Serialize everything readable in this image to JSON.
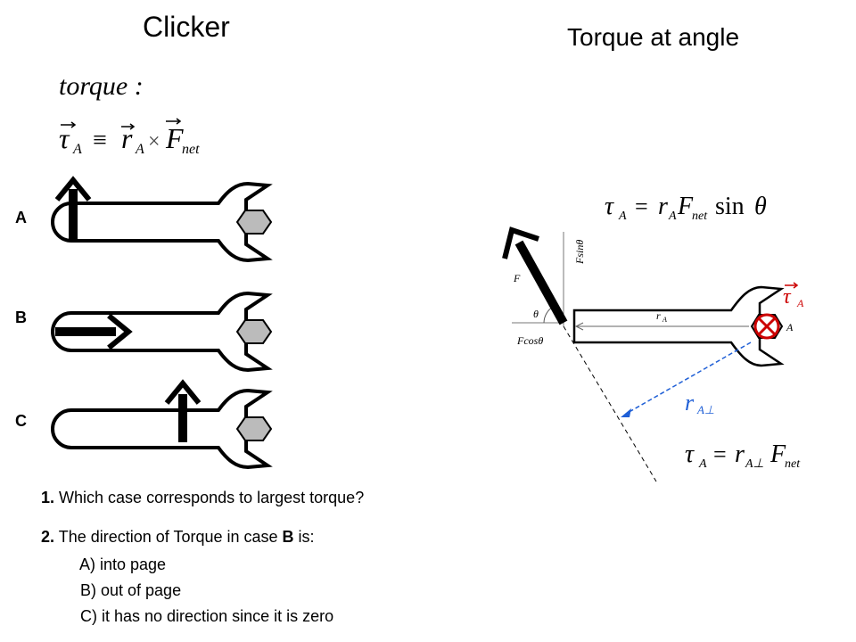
{
  "slide": {
    "title": "Clicker",
    "subtitle": "Torque at angle"
  },
  "definition": {
    "label": "torque :",
    "lhs": "τ",
    "lhs_sub": "A",
    "equiv": "≡",
    "r": "r",
    "r_sub": "A",
    "times": "×",
    "F": "F",
    "F_sub": "net"
  },
  "cases": [
    {
      "label": "A",
      "force": "up-at-end"
    },
    {
      "label": "B",
      "force": "right-along-handle"
    },
    {
      "label": "C",
      "force": "up-near-middle"
    }
  ],
  "questions": {
    "q1_num": "1.",
    "q1_text": "Which case corresponds to largest torque?",
    "q2_num": "2.",
    "q2_pre": "The direction of Torque in case",
    "q2_bold": "B",
    "q2_post": "is:",
    "options": [
      "A) into page",
      "B) out of page",
      "C) it has no direction since it is zero"
    ]
  },
  "angle_diagram": {
    "F_label": "F",
    "Fsin_label": "Fsinθ",
    "Fcos_label": "Fcosθ",
    "theta_label": "θ",
    "rA_label": "r",
    "rA_sub": "A",
    "pivot_label": "A",
    "torque_vec_label": "τ",
    "torque_vec_sub": "A",
    "rperp_label": "r",
    "rperp_sub": "A⊥",
    "torque_color": "#cc0000",
    "rperp_color": "#1f5fd6"
  },
  "formulas": {
    "sin_form": {
      "tau": "τ",
      "tau_sub": "A",
      "eq": "=",
      "r": "r",
      "r_sub": "A",
      "F": "F",
      "F_sub": "net",
      "sin": "sin",
      "theta": "θ"
    },
    "perp_form": {
      "tau": "τ",
      "tau_sub": "A",
      "eq": "=",
      "r": "r",
      "r_sub": "A⊥",
      "F": "F",
      "F_sub": "net"
    }
  }
}
